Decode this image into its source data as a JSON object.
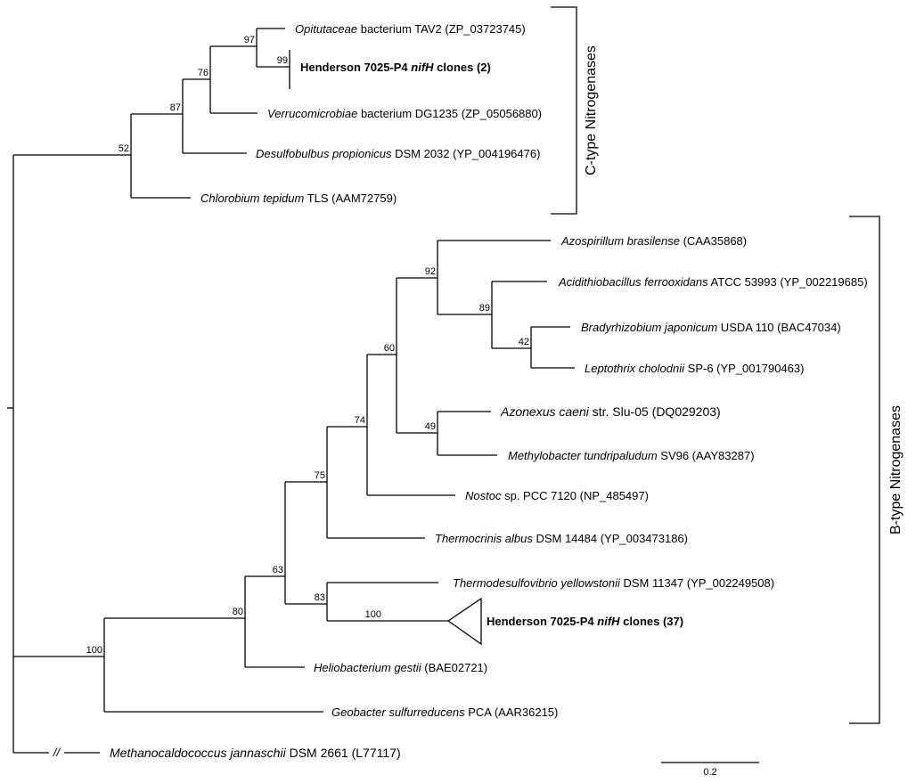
{
  "tips": [
    {
      "id": "opitutaceae",
      "parts": [
        {
          "t": "Opitutaceae",
          "i": true
        },
        {
          "t": " bacterium TAV2 (ZP_03723745)"
        }
      ]
    },
    {
      "id": "henderson-2",
      "bold": true,
      "parts": [
        {
          "t": "Henderson 7025-P4 "
        },
        {
          "t": "nifH",
          "i": true
        },
        {
          "t": " clones (2)"
        }
      ]
    },
    {
      "id": "verrucomicrobiae",
      "parts": [
        {
          "t": "Verrucomicrobiae",
          "i": true
        },
        {
          "t": " bacterium DG1235 (ZP_05056880)"
        }
      ]
    },
    {
      "id": "desulfobulbus",
      "parts": [
        {
          "t": "Desulfobulbus propionicus",
          "i": true
        },
        {
          "t": "  DSM 2032 (YP_004196476)"
        }
      ]
    },
    {
      "id": "chlorobium",
      "parts": [
        {
          "t": "Chlorobium tepidum",
          "i": true
        },
        {
          "t": " TLS (AAM72759)"
        }
      ]
    },
    {
      "id": "azospirillum",
      "parts": [
        {
          "t": "Azospirillum brasilense",
          "i": true
        },
        {
          "t": " (CAA35868)"
        }
      ]
    },
    {
      "id": "acidithiobacillus",
      "parts": [
        {
          "t": "Acidithiobacillus ferrooxidans",
          "i": true
        },
        {
          "t": " ATCC 53993 (YP_002219685)"
        }
      ]
    },
    {
      "id": "bradyrhizobium",
      "parts": [
        {
          "t": "Bradyrhizobium japonicum",
          "i": true
        },
        {
          "t": " USDA 110 (BAC47034)"
        }
      ]
    },
    {
      "id": "leptothrix",
      "parts": [
        {
          "t": "Leptothrix cholodnii",
          "i": true
        },
        {
          "t": " SP-6 (YP_001790463)"
        }
      ]
    },
    {
      "id": "azonexus",
      "big": true,
      "parts": [
        {
          "t": "Azonexus caeni",
          "i": true
        },
        {
          "t": " str. Slu-05 (DQ029203)"
        }
      ]
    },
    {
      "id": "methylobacter",
      "parts": [
        {
          "t": "Methylobacter tundripaludum",
          "i": true
        },
        {
          "t": " SV96 (AAY83287)"
        }
      ]
    },
    {
      "id": "nostoc",
      "parts": [
        {
          "t": "Nostoc",
          "i": true
        },
        {
          "t": " sp. PCC 7120 (NP_485497)"
        }
      ]
    },
    {
      "id": "thermocrinis",
      "parts": [
        {
          "t": "Thermocrinis albus",
          "i": true
        },
        {
          "t": " DSM 14484 (YP_003473186)"
        }
      ]
    },
    {
      "id": "thermodesulfovibrio",
      "parts": [
        {
          "t": "Thermodesulfovibrio yellowstonii",
          "i": true
        },
        {
          "t": " DSM 11347 (YP_002249508)"
        }
      ]
    },
    {
      "id": "henderson-37",
      "bold": true,
      "parts": [
        {
          "t": "Henderson 7025-P4 "
        },
        {
          "t": "nifH",
          "i": true
        },
        {
          "t": " clones (37)"
        }
      ]
    },
    {
      "id": "heliobacterium",
      "parts": [
        {
          "t": "Heliobacterium gestii",
          "i": true
        },
        {
          "t": " (BAE02721)"
        }
      ]
    },
    {
      "id": "geobacter",
      "parts": [
        {
          "t": "Geobacter sulfurreducens",
          "i": true
        },
        {
          "t": " PCA (AAR36215)"
        }
      ]
    },
    {
      "id": "methanocaldococcus",
      "big": true,
      "parts": [
        {
          "t": "Methanocaldococcus jannaschii",
          "i": true
        },
        {
          "t": " DSM 2661 (L77117)"
        }
      ]
    }
  ],
  "bootstrap": [
    {
      "node": "n97",
      "value": "97"
    },
    {
      "node": "n99",
      "value": "99"
    },
    {
      "node": "n76",
      "value": "76"
    },
    {
      "node": "n87",
      "value": "87"
    },
    {
      "node": "n52",
      "value": "52"
    },
    {
      "node": "n92",
      "value": "92"
    },
    {
      "node": "n89",
      "value": "89"
    },
    {
      "node": "n42",
      "value": "42"
    },
    {
      "node": "n60",
      "value": "60"
    },
    {
      "node": "n49",
      "value": "49"
    },
    {
      "node": "n74",
      "value": "74"
    },
    {
      "node": "n75",
      "value": "75"
    },
    {
      "node": "n63",
      "value": "63"
    },
    {
      "node": "n83",
      "value": "83"
    },
    {
      "node": "n100c",
      "value": "100"
    },
    {
      "node": "n80",
      "value": "80"
    },
    {
      "node": "n100",
      "value": "100"
    }
  ],
  "clades": [
    {
      "id": "c-type",
      "label": "C-type Nitrogenases"
    },
    {
      "id": "b-type",
      "label": "B-type Nitrogenases"
    }
  ],
  "break_mark": "//",
  "scale_bar": {
    "value": 0.2,
    "label": "0.2"
  }
}
